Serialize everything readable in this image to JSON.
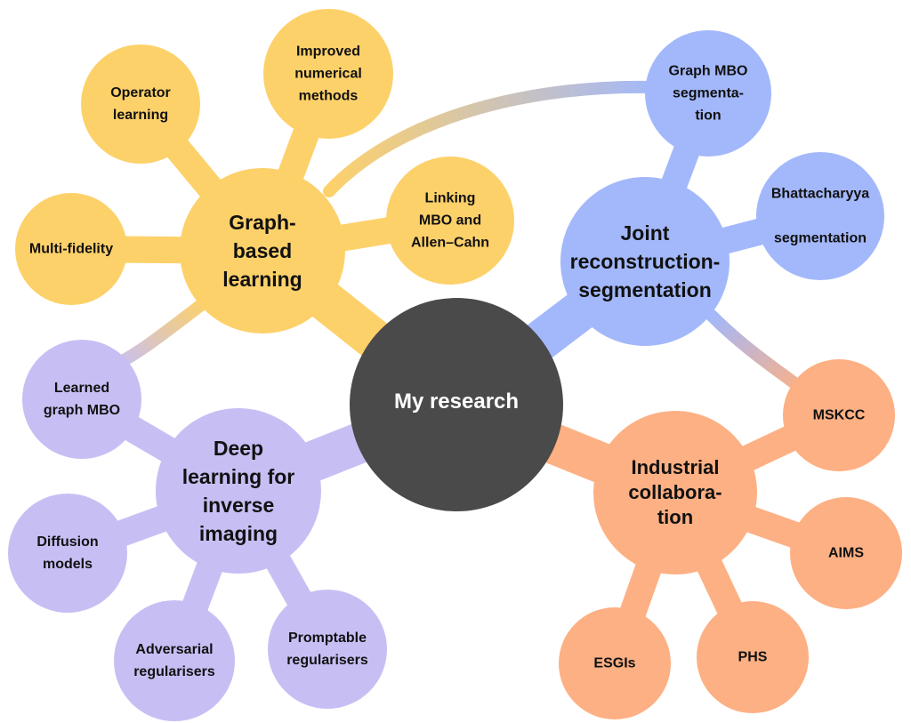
{
  "title": "My research",
  "colors": {
    "center": "#4a4a4a",
    "graph": "#fdd16a",
    "joint": "#a3b8fb",
    "deep": "#c7bff4",
    "industrial": "#fdb083",
    "text": "#111111",
    "center_text": "#ffffff"
  },
  "center": {
    "label": [
      "My research"
    ]
  },
  "branches": [
    {
      "id": "graph",
      "label": [
        "Graph-",
        "based",
        "learning"
      ],
      "children": [
        {
          "id": "operator",
          "label": [
            "Operator",
            "learning"
          ]
        },
        {
          "id": "improved",
          "label": [
            "Improved",
            "numerical",
            "methods"
          ]
        },
        {
          "id": "linking",
          "label": [
            "Linking",
            "MBO and",
            "Allen–Cahn"
          ]
        },
        {
          "id": "multifidelity",
          "label": [
            "Multi-fidelity"
          ]
        }
      ]
    },
    {
      "id": "joint",
      "label": [
        "Joint",
        "reconstruction-",
        "segmentation"
      ],
      "children": [
        {
          "id": "graphmbo",
          "label": [
            "Graph MBO",
            "segmenta-",
            "tion"
          ]
        },
        {
          "id": "bhatta",
          "label": [
            "Bhattacharyya",
            "",
            "segmentation"
          ]
        }
      ]
    },
    {
      "id": "deep",
      "label": [
        "Deep",
        "learning for",
        "inverse",
        "imaging"
      ],
      "children": [
        {
          "id": "learnedmbo",
          "label": [
            "Learned",
            "graph MBO"
          ]
        },
        {
          "id": "diffusion",
          "label": [
            "Diffusion",
            "models"
          ]
        },
        {
          "id": "adversarial",
          "label": [
            "Adversarial",
            "regularisers"
          ]
        },
        {
          "id": "promptable",
          "label": [
            "Promptable",
            "regularisers"
          ]
        }
      ]
    },
    {
      "id": "industrial",
      "label": [
        "Industrial",
        "collabora-",
        "tion"
      ],
      "children": [
        {
          "id": "mskcc",
          "label": [
            "MSKCC"
          ]
        },
        {
          "id": "aims",
          "label": [
            "AIMS"
          ]
        },
        {
          "id": "phs",
          "label": [
            "PHS"
          ]
        },
        {
          "id": "esgis",
          "label": [
            "ESGIs"
          ]
        }
      ]
    }
  ],
  "cross_links": [
    {
      "from": "graph",
      "to": "graphmbo"
    },
    {
      "from": "joint",
      "to": "mskcc"
    },
    {
      "from": "graph",
      "to": "learnedmbo"
    }
  ]
}
